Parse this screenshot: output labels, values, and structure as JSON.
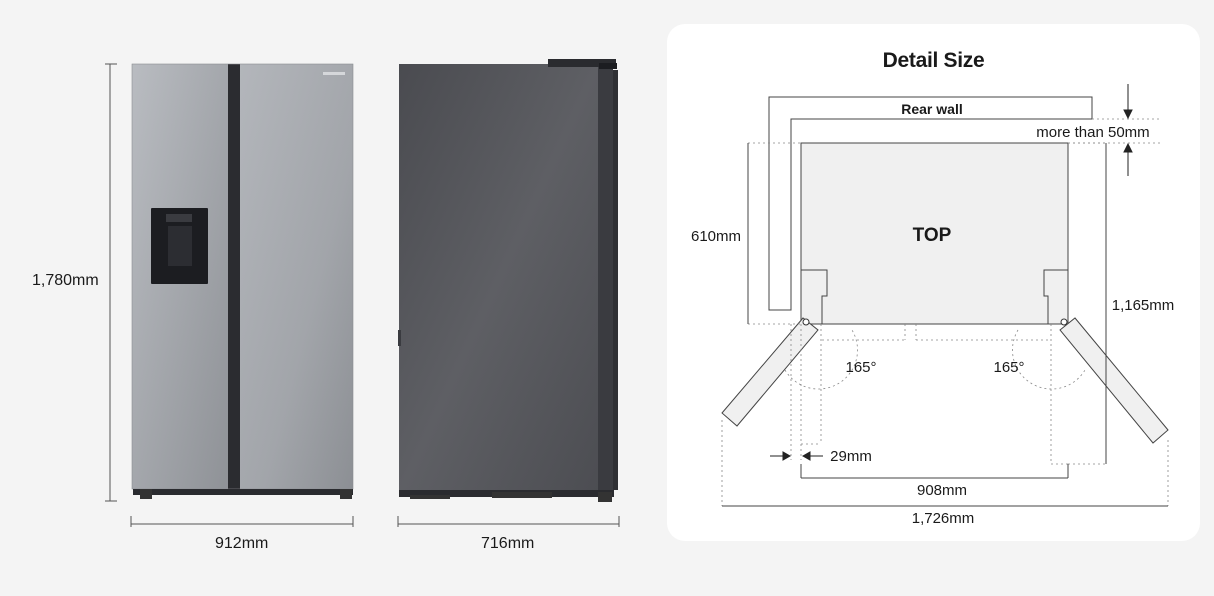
{
  "dimensions": {
    "height": "1,780mm",
    "width": "912mm",
    "depth": "716mm"
  },
  "detail": {
    "title": "Detail Size",
    "rear_wall": "Rear wall",
    "clearance": "more than 50mm",
    "top": "TOP",
    "depth_body": "610mm",
    "depth_open": "1,165mm",
    "angle_left": "165°",
    "angle_right": "165°",
    "gap": "29mm",
    "body_width": "908mm",
    "open_width": "1,726mm"
  },
  "colors": {
    "front_steel": "#a9acb1",
    "side_dark": "#55565b",
    "panel_bg": "#ffffff",
    "page_bg": "#f4f4f4"
  }
}
